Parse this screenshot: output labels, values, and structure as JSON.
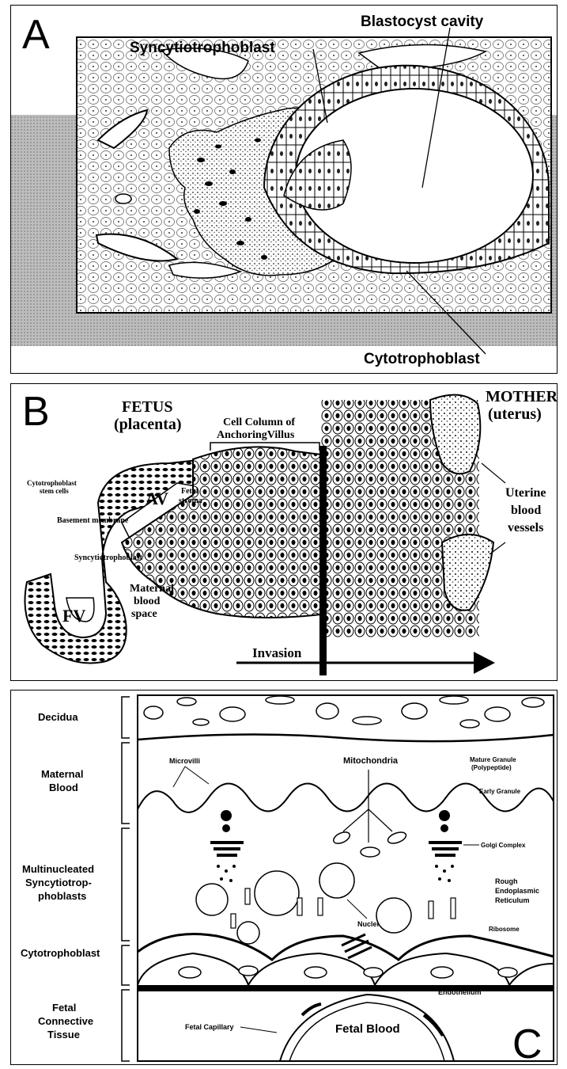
{
  "panel_a": {
    "letter": "A",
    "label_blastocyst_cavity": "Blastocyst cavity",
    "label_syncytiotrophoblast": "Syncytiotrophoblast",
    "label_cytotrophoblast": "Cytotrophoblast"
  },
  "panel_b": {
    "letter": "B",
    "fetus_line1": "FETUS",
    "fetus_line2": "(placenta)",
    "mother_line1": "MOTHER",
    "mother_line2": "(uterus)",
    "cell_column_line1": "Cell Column of",
    "cell_column_line2": "AnchoringVillus",
    "cytotrophoblast_stem_line1": "Cytotrophoblast",
    "cytotrophoblast_stem_line2": "stem cells",
    "av": "AV",
    "fetal_stroma_line1": "Fetal",
    "fetal_stroma_line2": "stroma",
    "basement_membrane": "Basement membrane",
    "syncytiotrophoblast": "Syncytiotrophoblast",
    "fv": "FV",
    "maternal_line1": "Maternal",
    "maternal_line2": "blood",
    "maternal_line3": "space",
    "uterine_line1": "Uterine",
    "uterine_line2": "blood",
    "uterine_line3": "vessels",
    "invasion": "Invasion"
  },
  "panel_c": {
    "letter": "C",
    "layer_decidua": "Decidua",
    "layer_maternal_1": "Maternal",
    "layer_maternal_2": "Blood",
    "layer_multi_1": "Multinucleated",
    "layer_multi_2": "Syncytiotrop-",
    "layer_multi_3": "phoblasts",
    "layer_cyto": "Cytotrophoblast",
    "layer_fetal_1": "Fetal",
    "layer_fetal_2": "Connective",
    "layer_fetal_3": "Tissue",
    "mitochondria": "Mitochondria",
    "microvilli": "Microvilli",
    "mature_granule_1": "Mature Granule",
    "mature_granule_2": "(Polypeptide)",
    "early_granule": "Early Granule",
    "golgi_complex": "Golgi Complex",
    "rough_1": "Rough",
    "rough_2": "Endoplasmic",
    "rough_3": "Reticulum",
    "ribosome": "Ribosome",
    "nuclei": "Nuclei",
    "endothelium": "Endothelium",
    "fetal_capillary": "Fetal Capillary",
    "fetal_blood": "Fetal Blood"
  }
}
